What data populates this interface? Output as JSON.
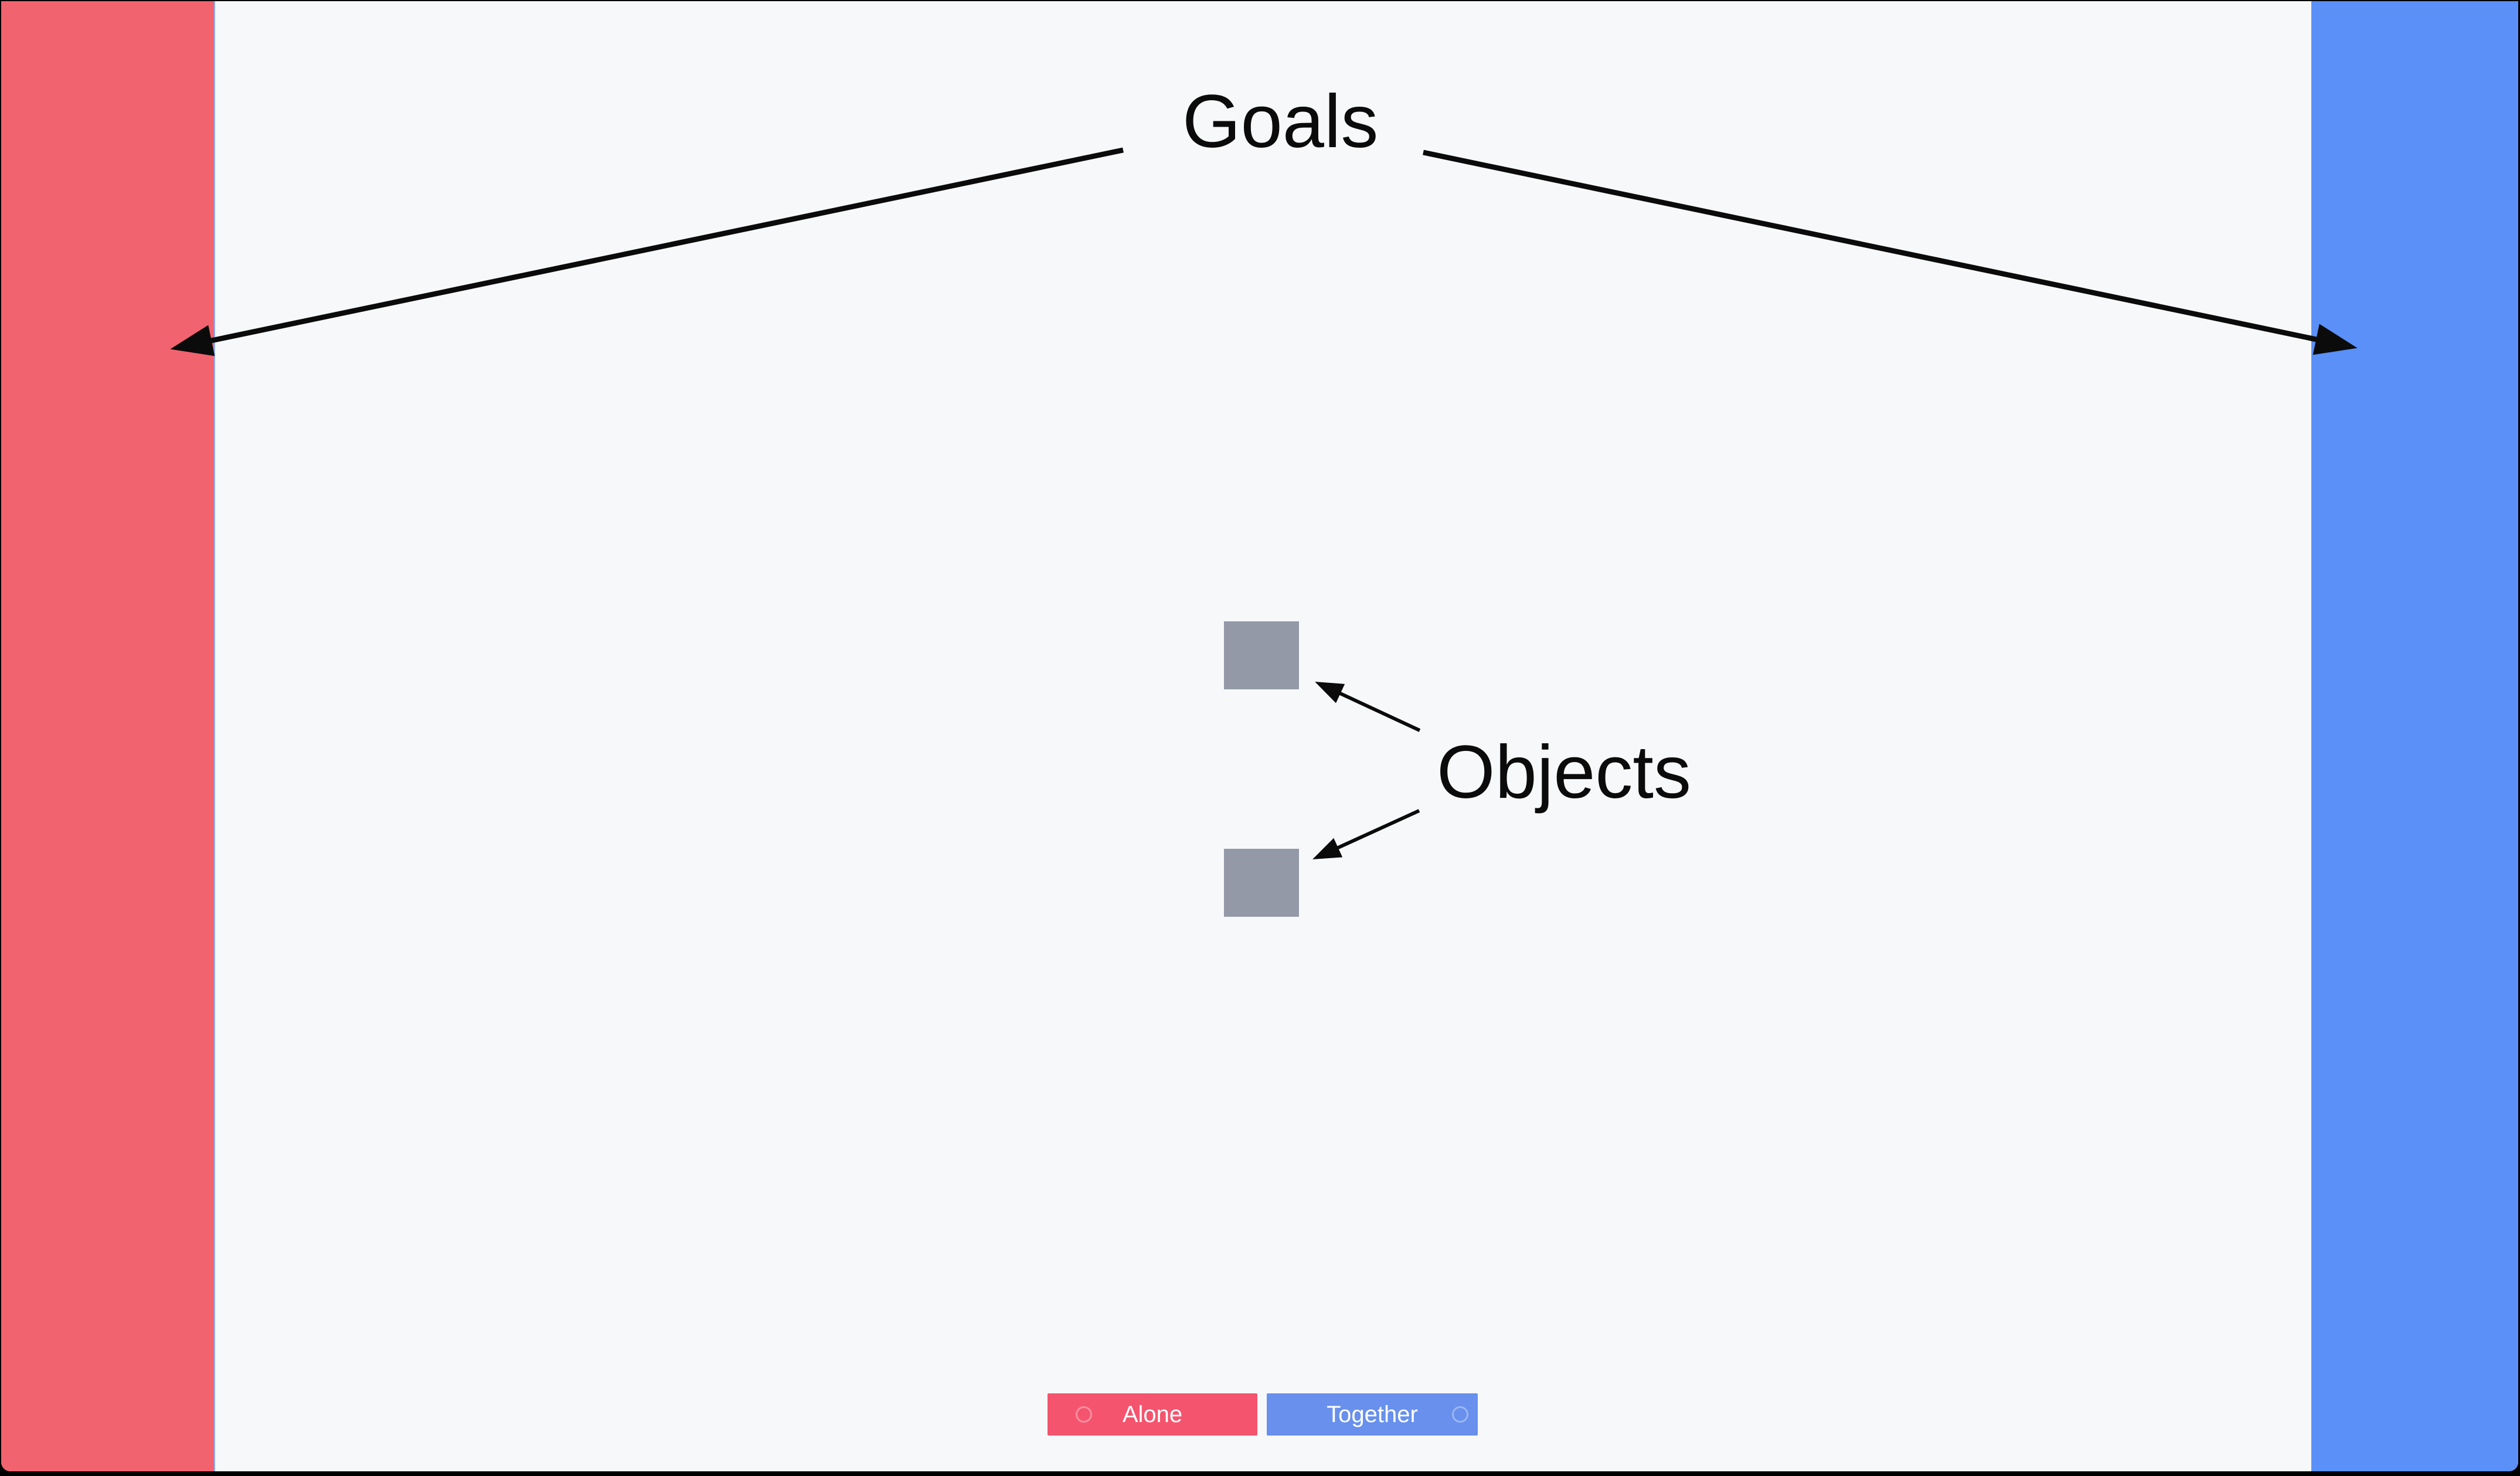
{
  "scene": {
    "goals_label": "Goals",
    "objects_label": "Objects",
    "object_count": 2
  },
  "buttons": {
    "alone": {
      "label": "Alone"
    },
    "together": {
      "label": "Together"
    }
  },
  "colors": {
    "frame": "#000000",
    "field-bg": "#f7f8fa",
    "goal-red": "#f26370",
    "goal-blue": "#5a90f8",
    "goal-edge": "#8faee8",
    "button-red": "#f4546e",
    "button-blue": "#6890ec",
    "object-gray": "#9399a7",
    "arrow": "#0b0b0b",
    "ring": "rgba(255,255,255,0.35)"
  }
}
